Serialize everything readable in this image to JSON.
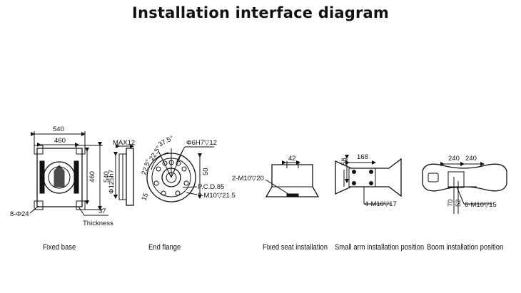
{
  "title": "Installation interface diagram",
  "captions": {
    "fixed_base": "Fixed base",
    "end_flange": "End flange",
    "fixed_seat": "Fixed seat installation",
    "small_arm": "Small arm installation position",
    "boom": "Boom installation position"
  },
  "dims": {
    "base_540_top": "540",
    "base_460_top": "460",
    "base_460_side": "460",
    "base_540_side": "540",
    "base_holes": "8-Φ24",
    "base_37": "37",
    "base_thickness": "Thickness",
    "flange_max12": "MAX12",
    "flange_125": "Φ125h7",
    "flange_angle1": "22.5°",
    "flange_angle2": "22.5°",
    "flange_angle3": "37.5°",
    "flange_pin": "Φ6H7▽12",
    "flange_50": "50",
    "flange_pcd": "P.C.D.85",
    "flange_threads": "9-M10▽21.5",
    "flange_15": "15",
    "seat_42": "42",
    "seat_threads": "2-M10▽20",
    "arm_58": "58",
    "arm_168": "168",
    "arm_threads": "4-M10▽17",
    "boom_240a": "240",
    "boom_240b": "240",
    "boom_70": "70",
    "boom_52": "52",
    "boom_threads": "6-M10▽15"
  }
}
